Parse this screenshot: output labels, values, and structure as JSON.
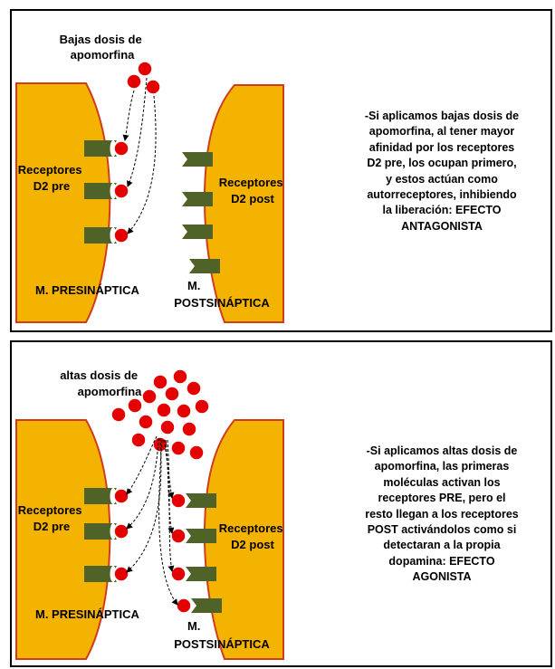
{
  "colors": {
    "membrane_fill": "#f5b301",
    "membrane_stroke": "#d23c1e",
    "receptor": "#4f6228",
    "molecule": "#e40000",
    "molecule_stroke": "#ffffff",
    "arrow": "#000000"
  },
  "panel_low": {
    "dose_label": "Bajas dosis de\napomorfina",
    "receptors_pre_label": "Receptores\nD2 pre",
    "receptors_post_label": "Receptores\nD2 post",
    "membrane_pre_label": "M. PRESINÁPTICA",
    "membrane_post_label": "M.\nPOSTSINÁPTICA",
    "description": "-Si aplicamos bajas dosis de\napomorfina, al tener mayor\nafinidad por los receptores\nD2 pre, los ocupan primero,\ny estos actúan como\nautorreceptores, inhibiendo\nla liberación: EFECTO\nANTAGONISTA"
  },
  "panel_high": {
    "dose_label": "altas dosis de\napomorfina",
    "receptors_pre_label": "Receptores\nD2 pre",
    "receptors_post_label": "Receptores\nD2 post",
    "membrane_pre_label": "M. PRESINÁPTICA",
    "membrane_post_label": "M.\nPOSTSINÁPTICA",
    "description": "-Si aplicamos altas dosis de\napomorfina, las primeras\nmoléculas activan los\nreceptores PRE, pero el\nresto llegan a los receptores\nPOST activándolos como si\ndetectaran a la propia\ndopamina: EFECTO\nAGONISTA"
  }
}
